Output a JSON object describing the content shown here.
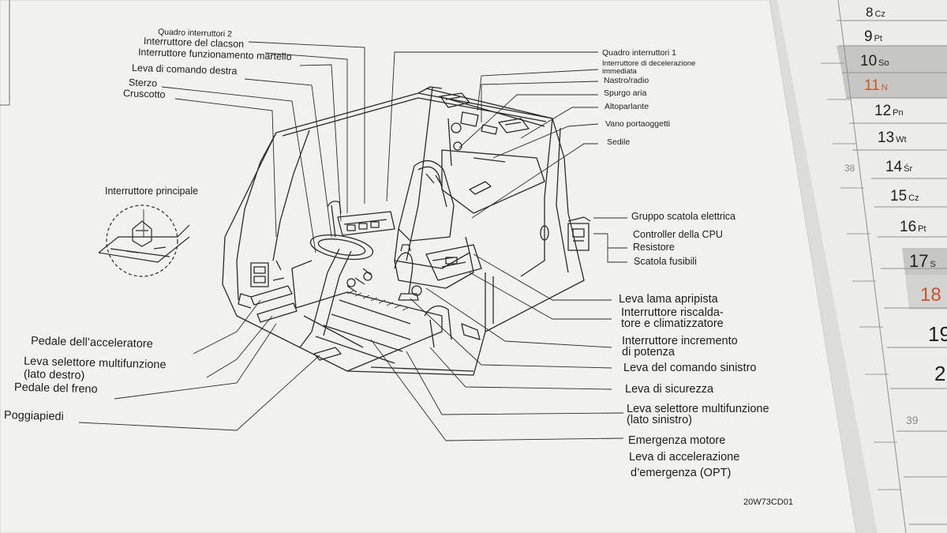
{
  "diagram": {
    "left_labels": [
      "Quadro interruttori 2",
      "Interruttore del clacson",
      "Interruttore funzionamento martello",
      "Leva di comando destra",
      "Sterzo",
      "Cruscotto",
      "Interruttore principale",
      "Pedale dell’acceleratore",
      "Leva selettore multifunzione",
      "(lato destro)",
      "Pedale del freno",
      "Poggiapiedi"
    ],
    "right_labels": [
      "Quadro interruttori 1",
      "Interruttore di decelerazione",
      "immediata",
      "Nastro/radio",
      "Spurgo aria",
      "Altoparlante",
      "Vano portaoggetti",
      "Sedile",
      "Gruppo scatola elettrica",
      "Controller della CPU",
      "Resistore",
      "Scatola fusibili",
      "Leva lama apripista",
      "Interruttore riscalda-",
      "tore e climatizzatore",
      "Interruttore incremento",
      "di potenza",
      "Leva del comando sinistro",
      "Leva di sicurezza",
      "Leva selettore multifunzione",
      "(lato sinistro)",
      "Emergenza motore",
      "Leva di accelerazione",
      "d’emergenza (OPT)"
    ],
    "figure_code": "20W73CD01"
  },
  "calendar": {
    "days": [
      {
        "num": "8",
        "abbr": "Cz"
      },
      {
        "num": "9",
        "abbr": "Pt"
      },
      {
        "num": "10",
        "abbr": "So"
      },
      {
        "num": "11",
        "abbr": "N"
      },
      {
        "num": "12",
        "abbr": "Pn"
      },
      {
        "num": "13",
        "abbr": "Wt"
      },
      {
        "num": "14",
        "abbr": "Śr"
      },
      {
        "num": "15",
        "abbr": "Cz"
      },
      {
        "num": "16",
        "abbr": "Pt"
      },
      {
        "num": "17",
        "abbr": "S"
      },
      {
        "num": "18",
        "abbr": ""
      },
      {
        "num": "19",
        "abbr": ""
      },
      {
        "num": "2",
        "abbr": ""
      }
    ],
    "week_numbers": [
      "38",
      "39"
    ],
    "colors": {
      "weekend": "#d0502a",
      "shade": "#c9c9c9"
    }
  }
}
